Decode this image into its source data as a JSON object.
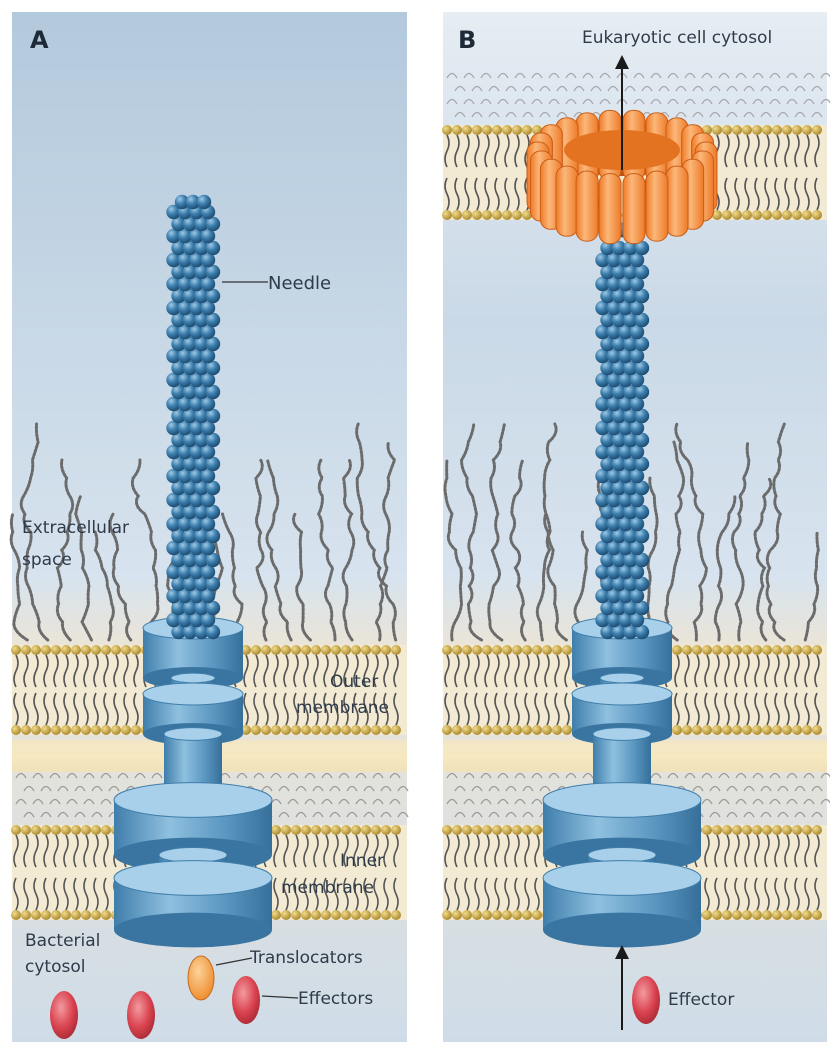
{
  "panel_a": {
    "letter": "A",
    "labels": {
      "needle": "Needle",
      "extracellular_1": "Extracellular",
      "extracellular_2": "space",
      "outer_1": "Outer",
      "outer_2": "membrane",
      "inner_1": "Inner",
      "inner_2": "membrane",
      "bacterial_1": "Bacterial",
      "bacterial_2": "cytosol",
      "translocators": "Translocators",
      "effectors": "Effectors"
    }
  },
  "panel_b": {
    "letter": "B",
    "labels": {
      "eukaryotic": "Eukaryotic cell cytosol",
      "effector": "Effector"
    }
  },
  "colors": {
    "needle_blue": "#2f6f9e",
    "basal_body": "#5f9cc6",
    "translocon_orange": "#f5893a",
    "effector_red": "#d9434f",
    "translocator_orange": "#f49a3d",
    "lipid_head": "#b89a3a"
  }
}
